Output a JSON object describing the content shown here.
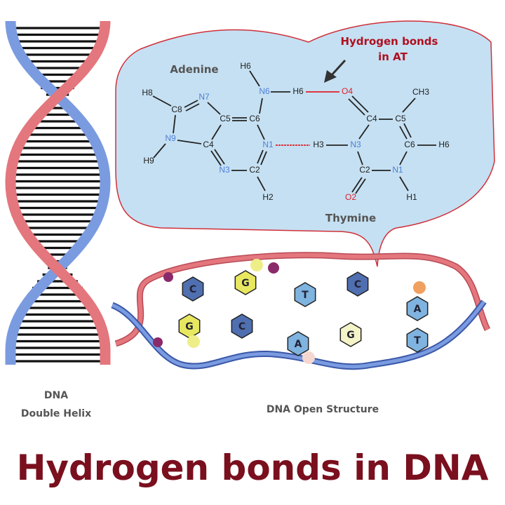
{
  "title": "Hydrogen bonds in DNA",
  "helix_label": {
    "line1": "DNA",
    "line2": "Double Helix"
  },
  "open_structure_label": "DNA Open Structure",
  "callout": {
    "line1": "Hydrogen bonds",
    "line2": "in AT"
  },
  "adenine_label": "Adenine",
  "thymine_label": "Thymine",
  "atoms": {
    "h6a": "H6",
    "n6": "N6",
    "h6b": "H6",
    "o4": "O4",
    "ch3": "CH3",
    "h8": "H8",
    "c8": "C8",
    "n7": "N7",
    "c5a": "C5",
    "c6a": "C6",
    "n9": "N9",
    "c4a": "C4",
    "n1a": "N1",
    "h3": "H3",
    "n3t": "N3",
    "c6t": "C6",
    "h6t": "H6",
    "h9": "H9",
    "n3a": "N3",
    "c2a": "C2",
    "c2t": "C2",
    "n1t": "N1",
    "h2": "H2",
    "o2": "O2",
    "h1": "H1",
    "c4t": "C4",
    "c5t": "C5"
  },
  "bases": [
    "C",
    "G",
    "G",
    "C",
    "T",
    "A",
    "C",
    "G",
    "A",
    "T"
  ],
  "colors": {
    "title": "#7a0f1e",
    "bubble_fill": "#c5e0f2",
    "bubble_stroke": "#d0303a",
    "strand_pink": "#e07078",
    "strand_blue": "#6f8fd8",
    "h_bond": "#e0202a"
  }
}
